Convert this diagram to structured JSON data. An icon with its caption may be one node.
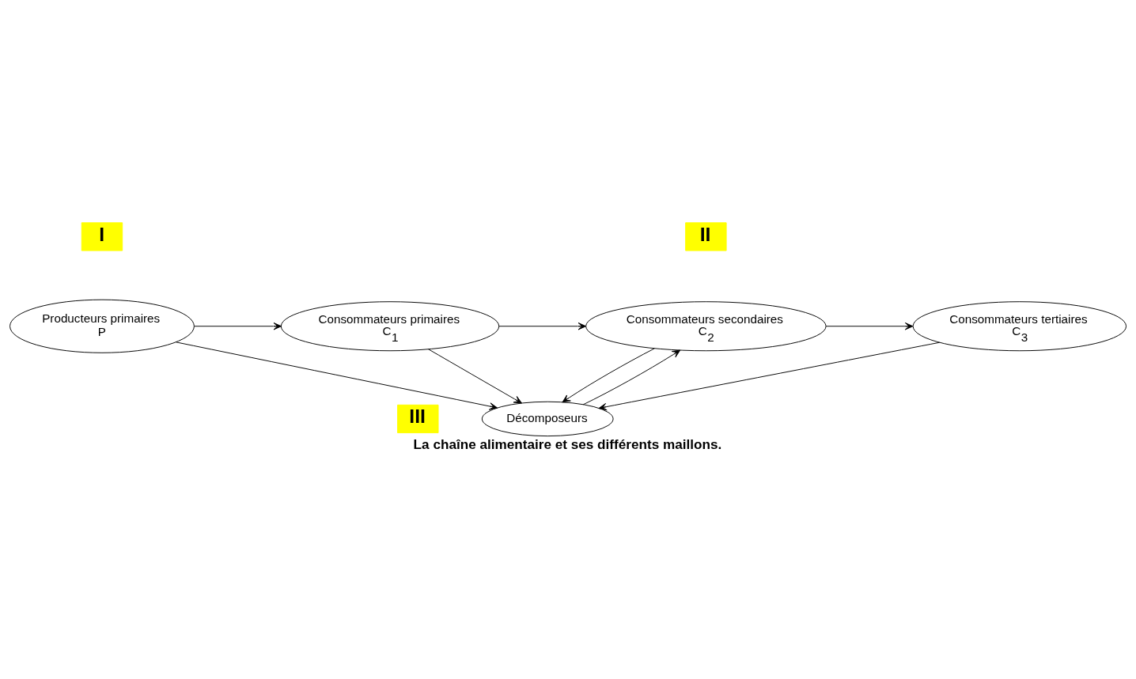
{
  "diagram": {
    "caption": "La chaîne alimentaire et ses différents maillons.",
    "nodes": [
      {
        "text": [
          "Producteurs primaires",
          "P"
        ]
      },
      {
        "text": [
          "Consommateurs primaires",
          "C$_{1}$"
        ]
      },
      {
        "text": [
          "Consommateurs secondaires",
          "C$_{2}$"
        ]
      },
      {
        "text": [
          "Consommateurs tertiaires",
          "C$_{3}$"
        ]
      },
      {
        "text": [
          "Décomposeurs"
        ]
      },
      {
        "text": [
          "I"
        ]
      },
      {
        "text": [
          "II"
        ]
      },
      {
        "text": [
          "III"
        ]
      }
    ],
    "edges": [
      {
        "from": 0,
        "to": 1,
        "arrow": "to"
      },
      {
        "from": 1,
        "to": 2,
        "arrow": "to"
      },
      {
        "from": 2,
        "to": 3,
        "arrow": "to"
      },
      {
        "from": 0,
        "to": 4,
        "arrow": "to"
      },
      {
        "from": 1,
        "to": 4,
        "arrow": "to"
      },
      {
        "from": 2,
        "to": 4,
        "arrow": "to"
      },
      {
        "from": 3,
        "to": 4,
        "arrow": "to"
      },
      {
        "from": 4,
        "to": 2,
        "arrow": "to"
      }
    ]
  }
}
